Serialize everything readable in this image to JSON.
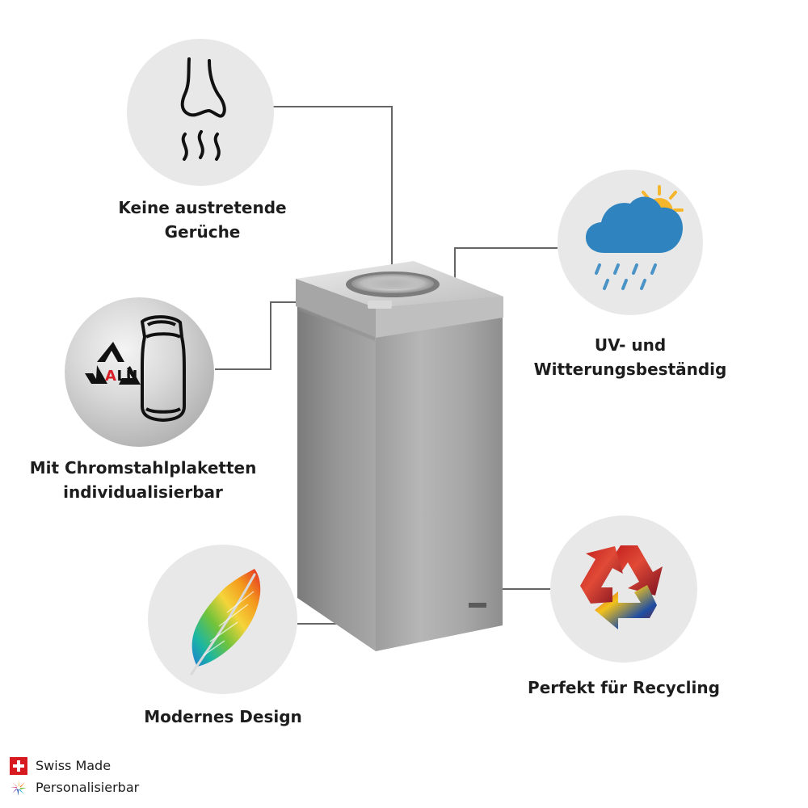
{
  "features": [
    {
      "id": "no-odors",
      "icon": "nose-odor-icon",
      "lines": [
        "Keine austretende",
        "Gerüche"
      ]
    },
    {
      "id": "weather-resistant",
      "icon": "weather-icon",
      "lines": [
        "UV- und",
        "Witterungsbeständig"
      ]
    },
    {
      "id": "customizable",
      "icon": "aluminum-recycling-plaque-icon",
      "lines": [
        "Mit Chromstahlplaketten",
        "individualisierbar"
      ]
    },
    {
      "id": "modern-design",
      "icon": "rainbow-feather-icon",
      "lines": [
        "Modernes Design"
      ]
    },
    {
      "id": "recycling",
      "icon": "recycling-symbol-icon",
      "lines": [
        "Perfekt für Recycling"
      ]
    }
  ],
  "alu_text": {
    "first": "A",
    "rest": "LU"
  },
  "badges": [
    {
      "icon": "swiss-flag-icon",
      "label": "Swiss Made"
    },
    {
      "icon": "color-burst-icon",
      "label": "Personalisierbar"
    }
  ],
  "colors": {
    "circle_bg": "#e8e8e8",
    "connector": "#666666",
    "steel_light": "#d1d1d1",
    "steel_mid": "#a9a9a9",
    "steel_dark": "#7d7d7d",
    "weather_cloud": "#2f84bf",
    "sun": "#f6b62c",
    "swiss_red": "#d71920"
  }
}
